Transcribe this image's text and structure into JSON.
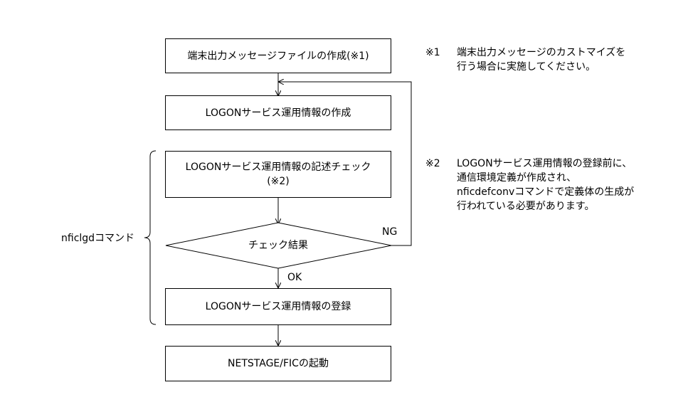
{
  "flow": {
    "step1": "端末出力メッセージファイルの作成(※1)",
    "step2": "LOGONサービス運用情報の作成",
    "step3_line1": "LOGONサービス運用情報の記述チェック",
    "step3_line2": "(※2)",
    "decision": "チェック結果",
    "ng_label": "NG",
    "ok_label": "OK",
    "step4": "LOGONサービス運用情報の登録",
    "step5": "NETSTAGE/FICの起動"
  },
  "brace_label": "nficlgdコマンド",
  "notes": [
    {
      "mark": "※1",
      "lines": [
        "端末出力メッセージのカストマイズを",
        "行う場合に実施してください。"
      ]
    },
    {
      "mark": "※2",
      "lines": [
        "LOGONサービス運用情報の登録前に、",
        "通信環境定義が作成され、",
        "nficdefconvコマンドで定義体の生成が",
        "行われている必要があります。"
      ]
    }
  ]
}
